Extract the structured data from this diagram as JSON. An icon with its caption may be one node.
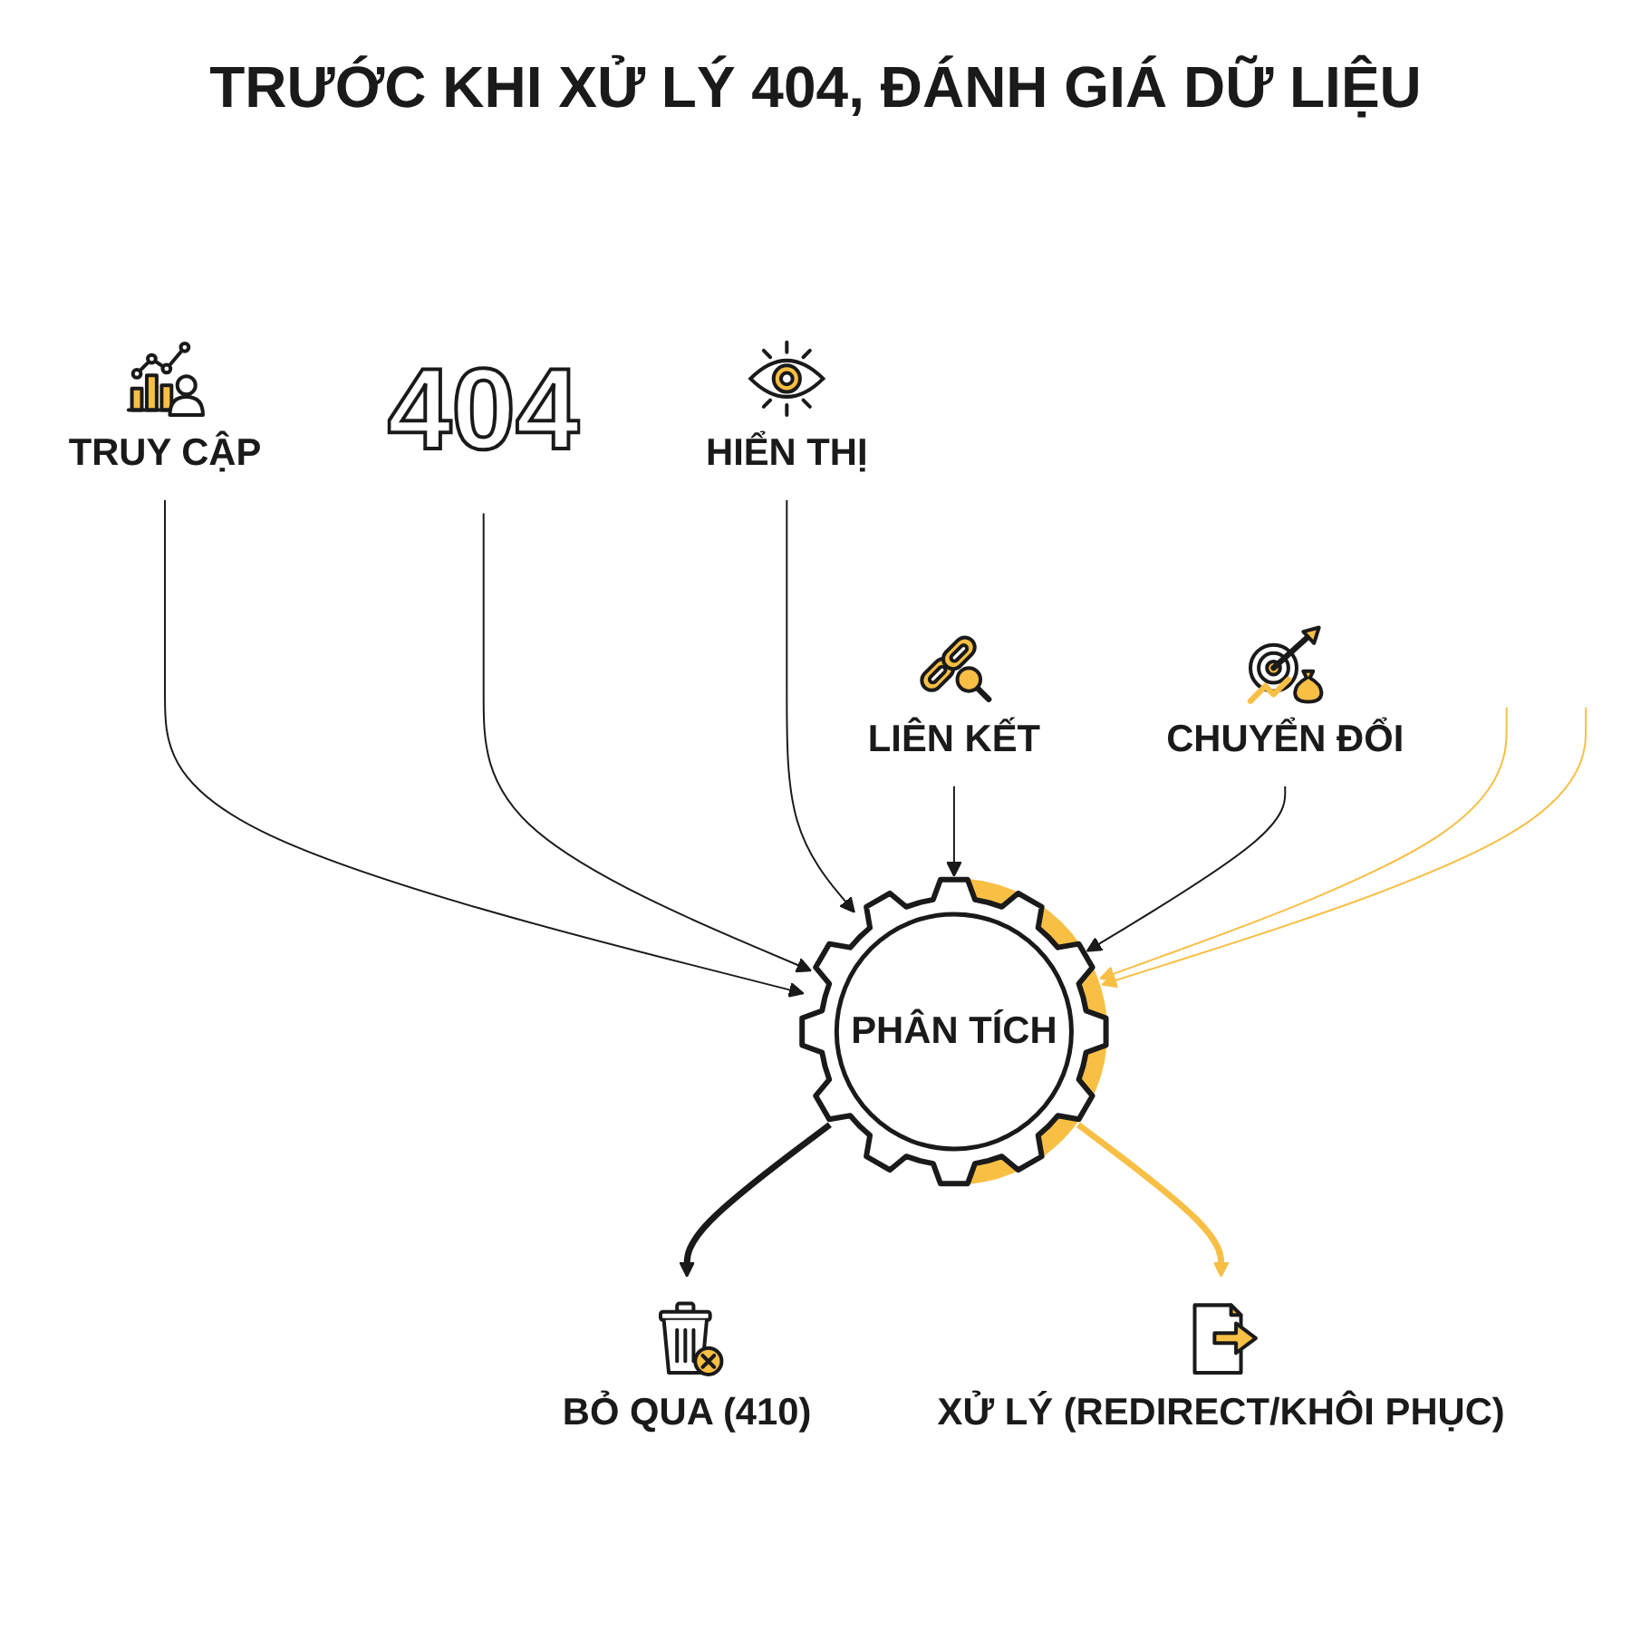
{
  "diagram": {
    "title": "TRƯỚC KHI XỬ LÝ 404, ĐÁNH GIÁ DỮ LIỆU",
    "nodes": [
      {
        "text": [
          "TRUY CẬP"
        ]
      },
      {
        "text": [
          "404"
        ]
      },
      {
        "text": [
          "HIỂN THỊ"
        ]
      },
      {
        "text": [
          "LIÊN KẾT"
        ]
      },
      {
        "text": [
          "CHUYỂN ĐỔI"
        ]
      },
      {
        "text": [
          "PHÂN TÍCH"
        ]
      },
      {
        "text": [
          "BỎ QUA (410)"
        ]
      },
      {
        "text": [
          "XỬ LÝ (REDIRECT/KHÔI PHỤC)"
        ]
      }
    ],
    "edges": [
      {
        "from": 0,
        "to": 5,
        "arrow": "to"
      },
      {
        "from": 1,
        "to": 5,
        "arrow": "to"
      },
      {
        "from": 2,
        "to": 5,
        "arrow": "to"
      },
      {
        "from": 3,
        "to": 5,
        "arrow": "to"
      },
      {
        "from": 4,
        "to": 5,
        "arrow": "to"
      },
      {
        "from": null,
        "to": 5,
        "arrow": "to",
        "color": "#f8bf45"
      },
      {
        "from": null,
        "to": 5,
        "arrow": "to",
        "color": "#f8bf45"
      },
      {
        "from": 5,
        "to": 6,
        "arrow": "to",
        "style": "thick"
      },
      {
        "from": 5,
        "to": 7,
        "arrow": "to",
        "style": "thick",
        "color": "#f8bf45"
      }
    ]
  }
}
